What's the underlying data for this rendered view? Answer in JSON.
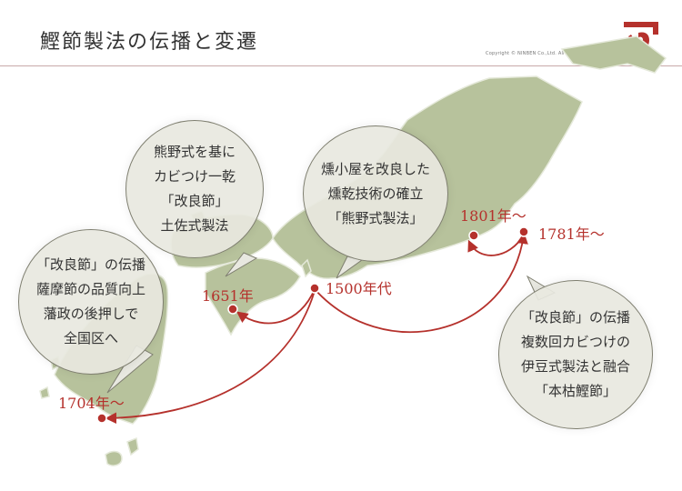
{
  "header": {
    "title": "鰹節製法の伝播と変遷",
    "copyright": "Copyright © NINBEN Co.,Ltd. All Rights Reserved.",
    "logo_icon": "ninben-logo"
  },
  "colors": {
    "land": "#b7c29c",
    "accent": "#b5312c",
    "bubble": "#e8e8e0"
  },
  "locations": {
    "kumano": "1500年代",
    "tosa": "1651年",
    "satsuma": "1704年～",
    "izu_west": "1801年～",
    "izu_east": "1781年～"
  },
  "bubbles": {
    "kumano": [
      "燻小屋を改良した",
      "燻乾技術の確立",
      "「熊野式製法」"
    ],
    "tosa": [
      "熊野式を基に",
      "カビつけ一乾",
      "「改良節」",
      "土佐式製法"
    ],
    "satsuma": [
      "「改良節」の伝播",
      "薩摩節の品質向上",
      "藩政の後押しで",
      "全国区へ"
    ],
    "izu": [
      "「改良節」の伝播",
      "複数回カビつけの",
      "伊豆式製法と融合",
      "「本枯鰹節」"
    ]
  }
}
